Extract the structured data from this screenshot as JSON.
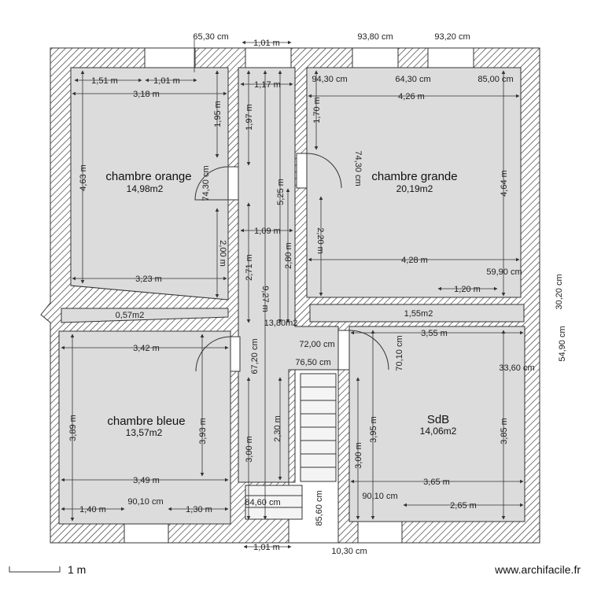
{
  "rooms": {
    "orange": {
      "name": "chambre orange",
      "area": "14,98m2"
    },
    "grande": {
      "name": "chambre grande",
      "area": "20,19m2"
    },
    "bleue": {
      "name": "chambre bleue",
      "area": "13,57m2"
    },
    "sdb": {
      "name": "SdB",
      "area": "14,06m2"
    },
    "strip_left": {
      "area": "0,57m2"
    },
    "strip_right": {
      "area": "1,55m2"
    },
    "corridor": {
      "area": "13,80m2"
    }
  },
  "dims": {
    "top_6530": "65,30 cm",
    "top_101": "1,01 m",
    "top_9380": "93,80 cm",
    "top_9320": "93,20 cm",
    "o_151": "1,51 m",
    "o_101": "1,01 m",
    "o_318": "3,18 m",
    "o_195": "1,95 m",
    "o_463": "4,63 m",
    "o_7430": "74,30 cm",
    "o_200": "2,00 m",
    "o_323": "3,23 m",
    "c_117": "1,17 m",
    "c_197": "1,97 m",
    "c_525": "5,25 m",
    "c_109": "1,09 m",
    "c_280": "2,80 m",
    "c_271": "2,71 m",
    "c_927": "9,27 m",
    "c_6720": "67,20 cm",
    "c_7200": "72,00 cm",
    "c_7650": "76,50 cm",
    "c_230": "2,30 m",
    "c_300": "3,00 m",
    "c_8460": "84,60 cm",
    "c_8560": "85,60 cm",
    "bot_101": "1,01 m",
    "bot_1030": "10,30 cm",
    "g_9430": "94,30 cm",
    "g_6430": "64,30 cm",
    "g_8500": "85,00 cm",
    "g_426": "4,26 m",
    "g_170": "1,70 m",
    "g_7430": "74,30 cm",
    "g_464": "4,64 m",
    "g_220": "2,20 m",
    "g_428": "4,28 m",
    "g_5990": "59,90 cm",
    "g_120": "1,20 m",
    "g_3020": "30,20 cm",
    "b_342": "3,42 m",
    "b_389": "3,89 m",
    "b_393": "3,93 m",
    "b_349": "3,49 m",
    "b_140": "1,40 m",
    "b_9010": "90,10 cm",
    "b_130": "1,30 m",
    "s_355": "3,55 m",
    "s_7010": "70,10 cm",
    "s_5490": "54,90 cm",
    "s_3360": "33,60 cm",
    "s_395": "3,95 m",
    "s_300": "3,00 m",
    "s_385": "3,85 m",
    "s_365": "3,65 m",
    "s_9010": "90,10 cm",
    "s_265": "2,65 m"
  },
  "footer": {
    "scale": "1 m",
    "brand": "www.archifacile.fr"
  },
  "colors": {
    "floor": "#dcdcdc",
    "wall": "#ffffff",
    "line": "#333333"
  }
}
